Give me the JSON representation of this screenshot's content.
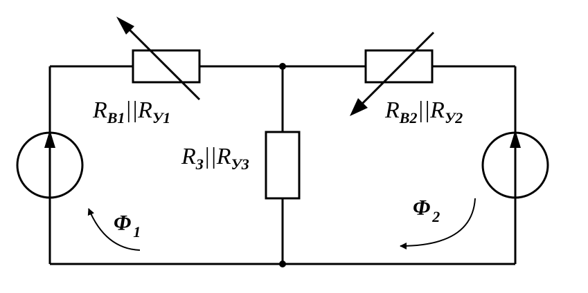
{
  "labels": {
    "r1": {
      "R_a": "R",
      "sub_a": "B1",
      "par": "||",
      "R_b": "R",
      "sub_b": "У1"
    },
    "r2": {
      "R_a": "R",
      "sub_a": "B2",
      "par": "||",
      "R_b": "R",
      "sub_b": "У2"
    },
    "r3": {
      "R_a": "R",
      "sub_a": "З",
      "par": "||",
      "R_b": "R",
      "sub_b": "У3"
    },
    "phi1": {
      "sym": "Φ",
      "sub": "1"
    },
    "phi2": {
      "sym": "Φ",
      "sub": "2"
    }
  }
}
